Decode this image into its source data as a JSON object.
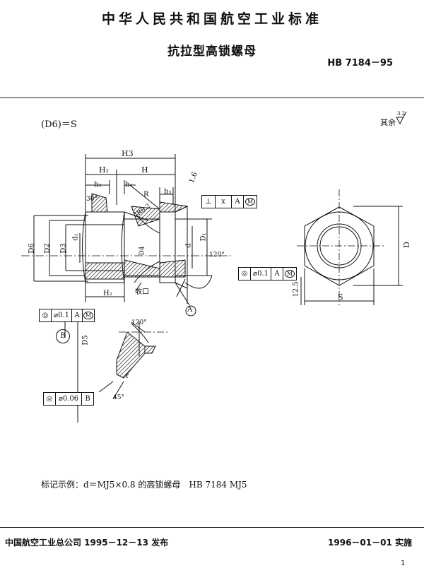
{
  "header": {
    "standard_body": "中华人民共和国航空工业标准",
    "title": "抗拉型高锁螺母",
    "standard_number": "HB 7184－95"
  },
  "spec": {
    "d6_eq_s": "(D6)＝S",
    "roughness_label": "其余",
    "roughness_value": "3.2"
  },
  "drawing": {
    "dims": {
      "H3": "H3",
      "H1": "H₁",
      "H": "H",
      "H2": "H₂",
      "h2": "h₂",
      "h1": "h₁",
      "b3": "b₃",
      "D6": "D6",
      "D2": "D2",
      "D3": "D3",
      "d1": "d₁",
      "D4": "D4",
      "d": "d",
      "D1": "D₁",
      "D": "D",
      "S": "S",
      "D5": "D5",
      "R": "R",
      "R0_2": "R0.2",
      "r": "r",
      "thickness": "1.6",
      "angle_30": "30°",
      "angle_120_a": "120°",
      "angle_120_b": "120°",
      "angle_45": "45°",
      "shrink": "收口",
      "dim_12_5": "12.5"
    },
    "fcf_perp": {
      "tol": "x",
      "datum": "A",
      "mod": "M"
    },
    "fcf_pos_right": {
      "tol": "0.1",
      "datum": "A",
      "mod": "M"
    },
    "fcf_pos_left": {
      "tol": "0.1",
      "datum": "A",
      "mod": "M"
    },
    "fcf_coax": {
      "tol": "0.06",
      "datum": "B"
    },
    "datum_a": "A",
    "datum_b": "B"
  },
  "marking_example": "标记示例：d＝MJ5×0.8 的高锁螺母　HB 7184 MJ5",
  "footer": {
    "issuer": "中国航空工业总公司 1995－12－13 发布",
    "effective": "1996－01－01 实施",
    "page": "1"
  }
}
